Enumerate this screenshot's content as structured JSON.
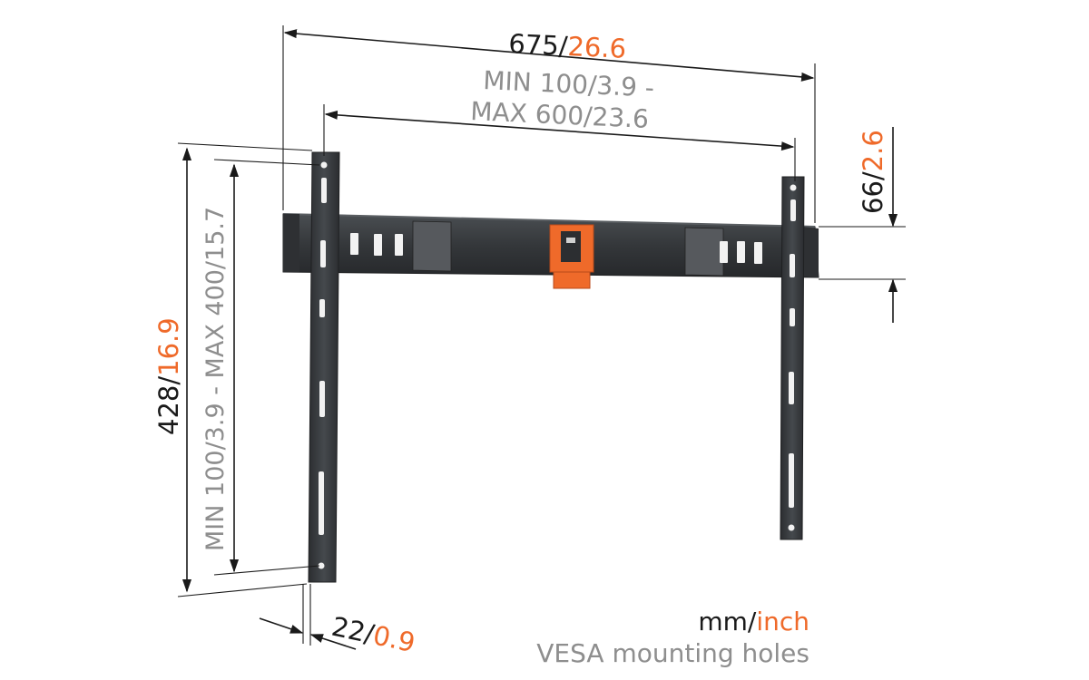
{
  "dimensions": {
    "width": {
      "mm": "675",
      "sep": "/",
      "inch": "26.6"
    },
    "vesa_horizontal": {
      "line1_prefix": "MIN 100",
      "line1_sep": "/",
      "line1_inch": "3.9 -",
      "line2_prefix": "MAX 600",
      "line2_sep": "/",
      "line2_inch": "23.6"
    },
    "height": {
      "mm": "428",
      "sep": "/",
      "inch": "16.9"
    },
    "vesa_vertical": {
      "min_mm": "MIN 100",
      "sep1": "/",
      "min_inch": "3.9",
      "mid": " - MAX 400",
      "sep2": "/",
      "max_inch": "15.7"
    },
    "rail_height": {
      "mm": "66",
      "sep": "/",
      "inch": "2.6"
    },
    "depth": {
      "mm": "22",
      "sep": "/",
      "inch": "0.9"
    }
  },
  "legend": {
    "units_mm": "mm",
    "units_sep": "/",
    "units_inch": "inch",
    "caption": "VESA mounting holes"
  },
  "colors": {
    "metric": "#1a1a1a",
    "imperial": "#ef6a2a",
    "vesa": "#8e8e8e",
    "bracket": "#3a3d40",
    "level": "#ef6a2a"
  }
}
